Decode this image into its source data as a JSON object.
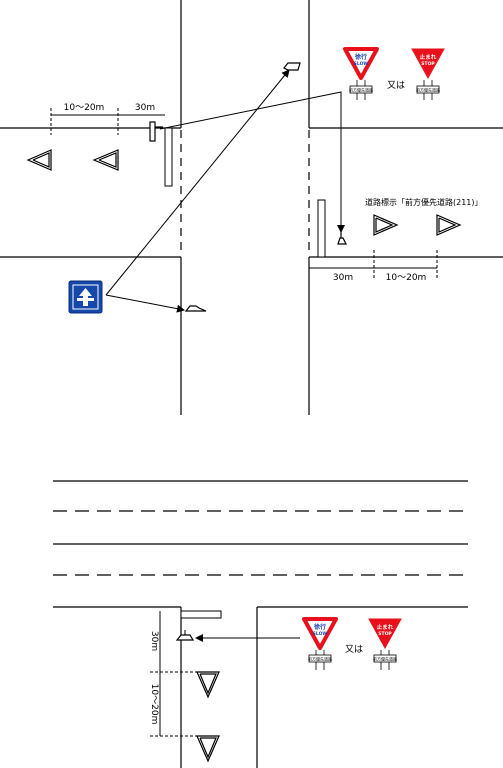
{
  "top_diagram": {
    "dim_left_far": "10～20m",
    "dim_left_near": "30m",
    "dim_right_near": "30m",
    "dim_right_far": "10～20m",
    "road_marking_caption": "道路標示「前方優先道路(211)」",
    "or_text": "又は",
    "sign_slow": {
      "top": "徐行",
      "bottom": "SLOW"
    },
    "sign_stop": {
      "top": "止まれ",
      "bottom": "STOP"
    },
    "plate_text": "前方優先道路"
  },
  "bottom_diagram": {
    "dim_near": "30m",
    "dim_far": "10～20m",
    "or_text": "又は",
    "sign_slow": {
      "top": "徐行",
      "bottom": "SLOW"
    },
    "sign_stop": {
      "top": "止まれ",
      "bottom": "STOP"
    },
    "plate_text": "前方優先道路"
  },
  "colors": {
    "sign_red": "#e8101a",
    "slow_text": "#1c3fb0",
    "priority_sign_blue": "#1548a8",
    "line": "#000000"
  }
}
